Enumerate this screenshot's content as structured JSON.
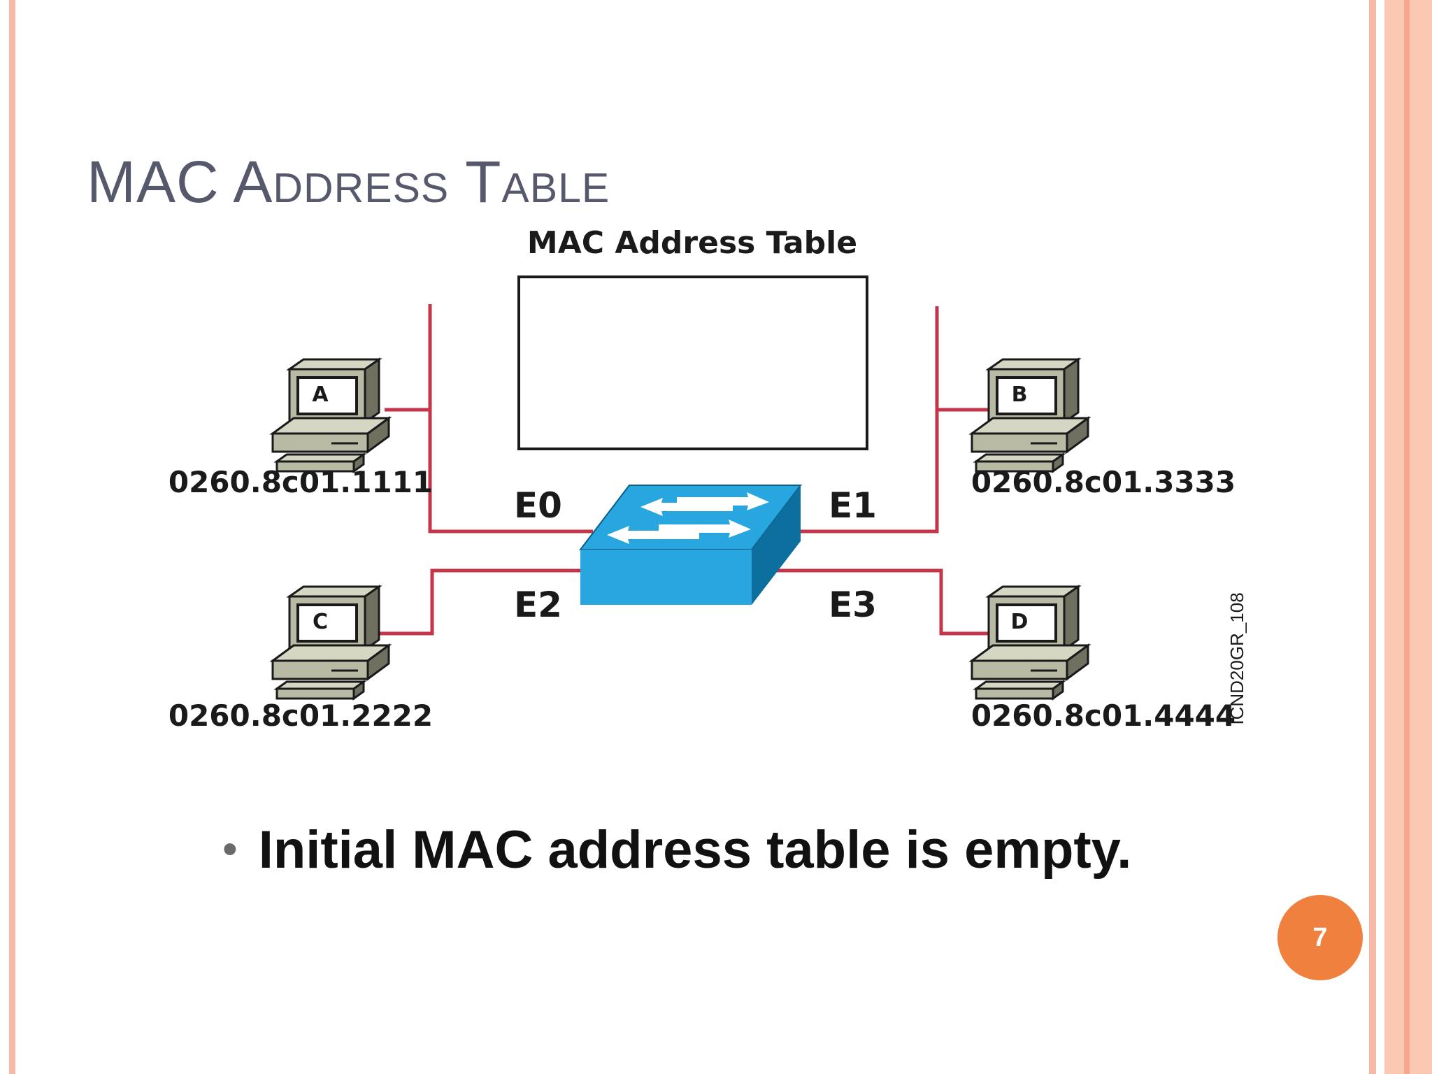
{
  "slide": {
    "title": "MAC Address Table",
    "bullet": "Initial MAC address table is empty.",
    "page_number": "7"
  },
  "diagram": {
    "table_title": "MAC Address Table",
    "table_rows": [],
    "ports": [
      "E0",
      "E1",
      "E2",
      "E3"
    ],
    "hosts": [
      {
        "label": "A",
        "mac": "0260.8c01.1111"
      },
      {
        "label": "B",
        "mac": "0260.8c01.3333"
      },
      {
        "label": "C",
        "mac": "0260.8c01.2222"
      },
      {
        "label": "D",
        "mac": "0260.8c01.4444"
      }
    ],
    "figure_id": "ICND20GR_108",
    "colors": {
      "cable": "#c4354a",
      "switch_top": "#27a6df",
      "switch_side": "#0d6f9e",
      "pc_body": "#b9baa3",
      "accent": "#f0803d"
    }
  }
}
